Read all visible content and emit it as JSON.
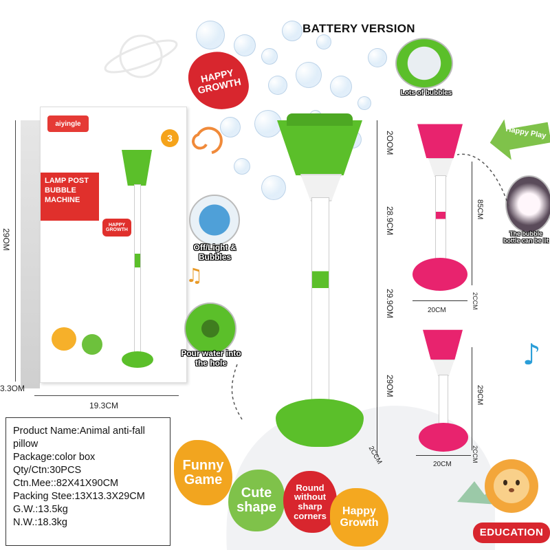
{
  "header": {
    "title": "BATTERY VERSION"
  },
  "box": {
    "brand": "aiyingle",
    "product_title": "LAMP POST BUBBLE MACHINE",
    "badge": "3",
    "tag": "HAPPY GROWTH"
  },
  "dimensions": {
    "box_height": "29OM",
    "box_depth": "3.3OM",
    "box_width": "19.3CM",
    "large_total": "2OOM",
    "large_seg1": "28.9CM",
    "large_seg2": "29.9OM",
    "large_seg3": "29OM",
    "large_base_depth": "2CCM",
    "pink_tall_height": "85CM",
    "pink_tall_width": "20CM",
    "pink_tall_depth": "2CCM",
    "pink_short_height": "29CM",
    "pink_short_width": "20CM",
    "pink_short_depth": "2CCM"
  },
  "callouts": {
    "happy_growth": "HAPPY GROWTH",
    "off_light": "Off/Light & Bubbles",
    "pour_water": "Pour water into the hole",
    "lots_bubbles": "Lots of bubbles",
    "happy_play": "Happy Play",
    "light_note": "The bubble bottle can be lit"
  },
  "features": [
    {
      "label": "Funny Game",
      "color": "#f2a51f"
    },
    {
      "label": "Cute shape",
      "color": "#7fc24a"
    },
    {
      "label": "Round without sharp corners",
      "color": "#d8262e"
    },
    {
      "label": "Happy Growth",
      "color": "#f4a820"
    }
  ],
  "info": {
    "product_name": "Product Name:Animal anti-fall pillow",
    "package": "Package:color box",
    "qty": "Qty/Ctn:30PCS",
    "ctn_meas": "Ctn.Mee::82X41X90CM",
    "packing_size": "Packing Stee:13X13.3X29CM",
    "gw": "G.W.:13.5kg",
    "nw": "N.W.:18.3kg"
  },
  "education": {
    "label": "EDUCATION",
    "color": "#d8262e"
  },
  "colors": {
    "green": "#5bbf2a",
    "pink": "#e8236e",
    "red": "#d8262e"
  }
}
